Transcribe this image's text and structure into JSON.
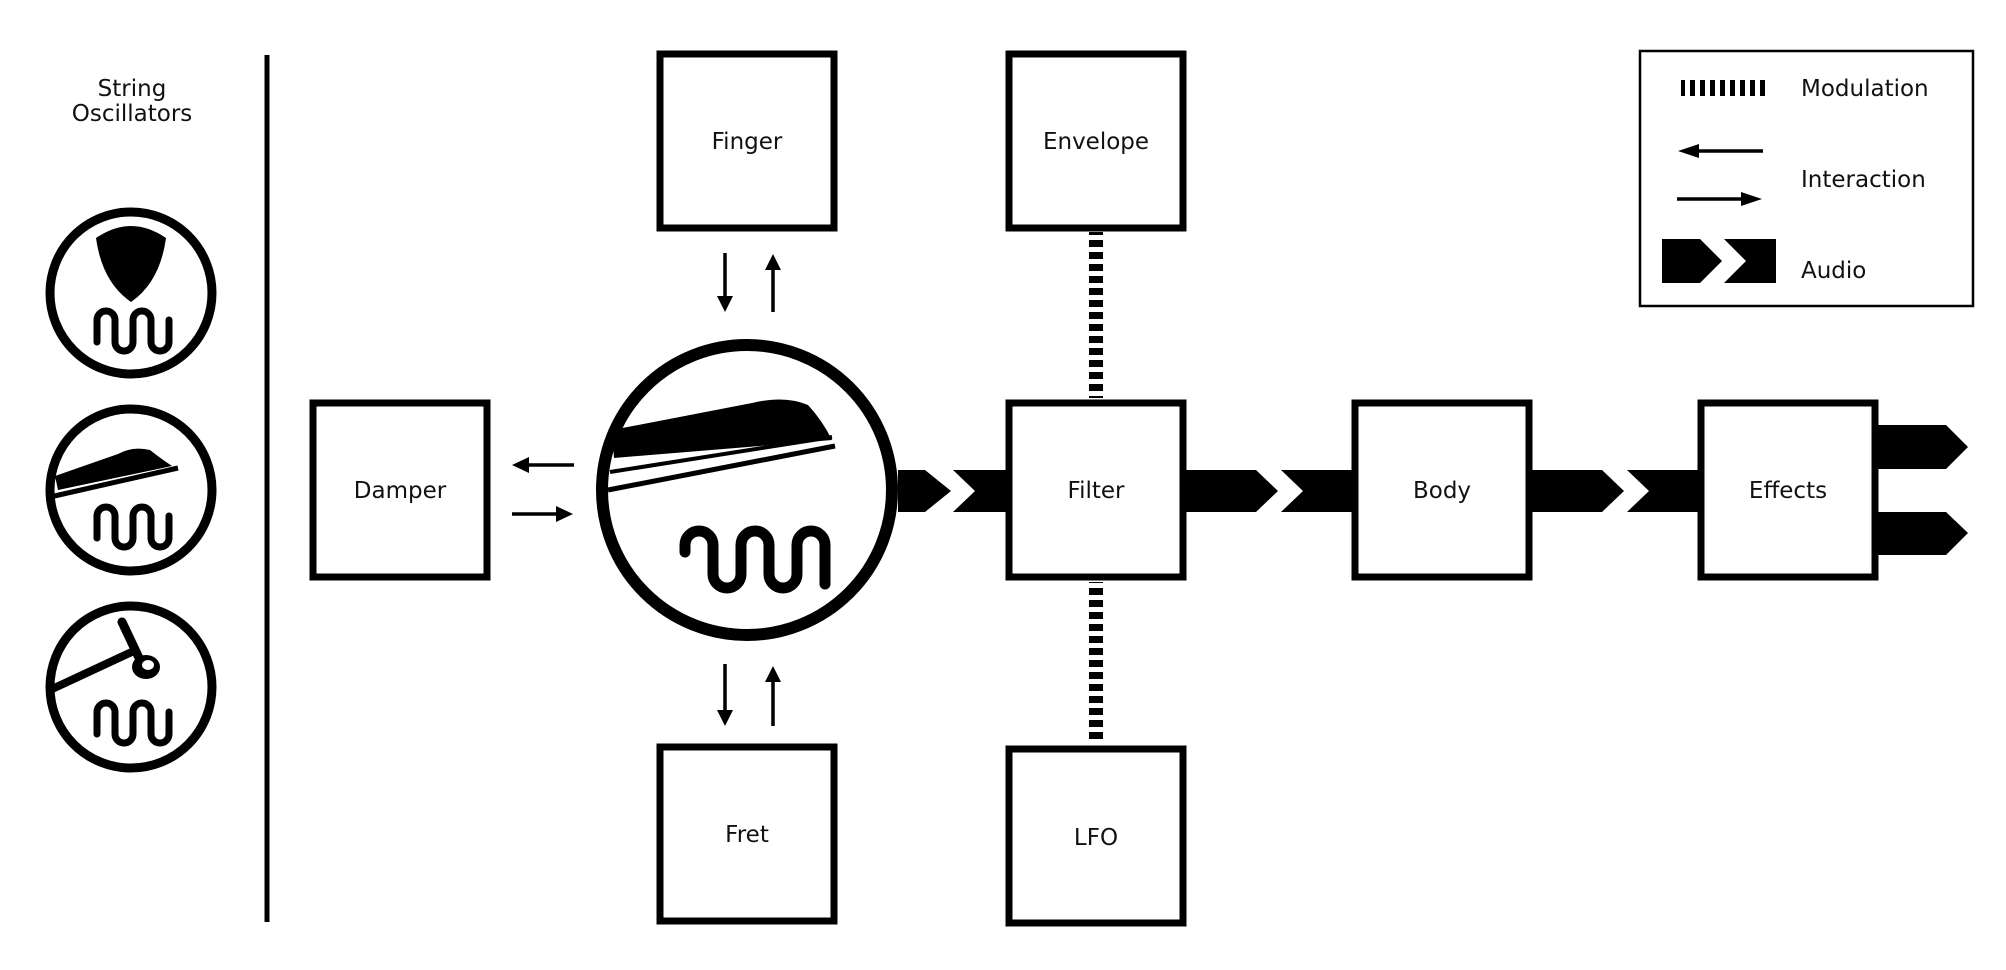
{
  "sidebar": {
    "title_line1": "String",
    "title_line2": "Oscillators",
    "oscillators": [
      {
        "icon": "pick-icon",
        "kind": "plucked"
      },
      {
        "icon": "bow-icon",
        "kind": "bowed"
      },
      {
        "icon": "hammer-icon",
        "kind": "hammered"
      }
    ]
  },
  "blocks": {
    "finger": "Finger",
    "envelope": "Envelope",
    "damper": "Damper",
    "filter": "Filter",
    "body": "Body",
    "effects": "Effects",
    "fret": "Fret",
    "lfo": "LFO"
  },
  "legend": {
    "modulation": "Modulation",
    "interaction": "Interaction",
    "audio": "Audio"
  },
  "colors": {
    "ink": "#000000",
    "background": "#ffffff"
  }
}
